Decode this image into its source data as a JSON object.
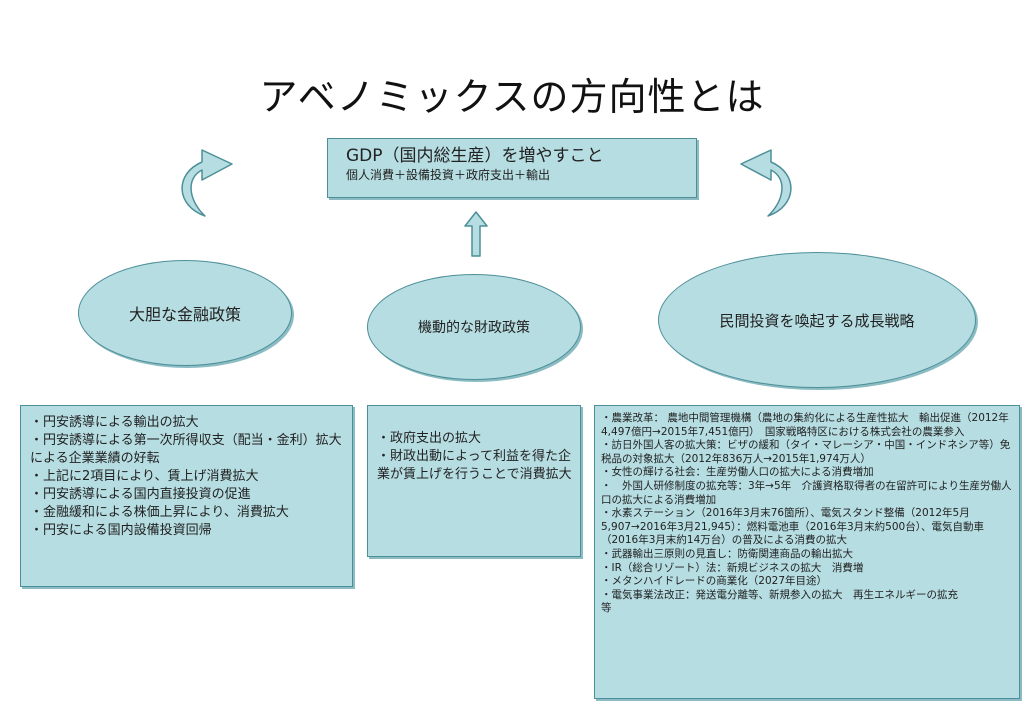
{
  "title": "アベノミックスの方向性とは",
  "gdp": {
    "main": "GDP（国内総生産）を増やすこと",
    "sub": "個人消費＋設備投資＋政府支出＋輸出"
  },
  "pillars": [
    {
      "label": "大胆な金融政策",
      "items": [
        "・円安誘導による輸出の拡大",
        "・円安誘導による第一次所得収支（配当・金利）拡大による企業業績の好転",
        "・上記に2項目により、賃上げ消費拡大",
        "・円安誘導による国内直接投資の促進",
        "・金融緩和による株価上昇により、消費拡大",
        "・円安による国内設備投資回帰"
      ]
    },
    {
      "label": "機動的な財政政策",
      "items": [
        "・政府支出の拡大",
        "・財政出動によって利益を得た企業が賃上げを行うことで消費拡大"
      ]
    },
    {
      "label": "民間投資を喚起する成長戦略",
      "items": [
        "・農業改革： 農地中間管理機構（農地の集約化による生産性拡大　輸出促進（2012年4,497億円→2015年7,451億円）　国家戦略特区における株式会社の農業参入",
        "・訪日外国人客の拡大策：ビザの緩和（タイ・マレーシア・中国・インドネシア等）免税品の対象拡大（2012年836万人→2015年1,974万人）",
        "・女性の輝ける社会：生産労働人口の拡大による消費増加",
        "・　外国人研修制度の拡充等：3年→5年　介護資格取得者の在留許可により生産労働人口の拡大による消費増加",
        "・水素ステーション（2016年3月末76箇所）、電気スタンド整備（2012年5月5,907→2016年3月21,945）：燃料電池車（2016年3月末約500台）、電気自動車（2016年3月末約14万台）の普及による消費の拡大",
        "・武器輸出三原則の見直し：防衛関連商品の輸出拡大",
        "・IR（総合リゾート）法：新規ビジネスの拡大　消費増",
        "・メタンハイドレードの商業化（2027年目途）",
        "・電気事業法改正：発送電分離等、新規参入の拡大　再生エネルギーの拡充",
        "等"
      ]
    }
  ],
  "colors": {
    "fill": "#b6dde2",
    "border": "#4d8f98",
    "title": "#111111"
  }
}
